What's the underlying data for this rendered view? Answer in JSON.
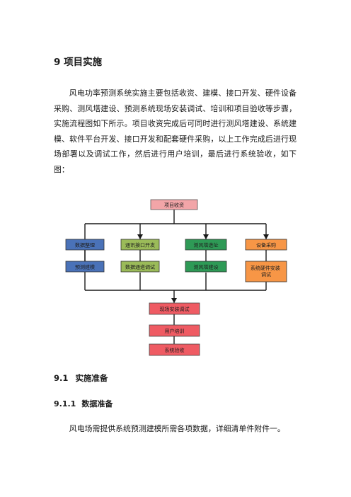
{
  "heading": {
    "number": "9",
    "title": "项目实施"
  },
  "intro": "风电功率预测系统实施主要包括收资、建模、接口开发、硬件设备采购、测风塔建设、预测系统现场安装调试、培训和项目验收等步骤，实施流程图如下所示。项目收资完成后可同时进行测风塔建设、系统建模、软件平台开发、接口开发和配套硬件采购，以上工作完成后进行现场部署以及调试工作，然后进行用户培训，最后进行系统验收，如下图：",
  "flowchart": {
    "start": "项目收资",
    "columns": [
      {
        "top": "数据整理",
        "bottom": "预测建模",
        "color": "#4a72b8"
      },
      {
        "top": "通讯接口开发",
        "bottom": "数据通道调试",
        "color": "#9bbb59"
      },
      {
        "top": "测风塔选址",
        "bottom": "测风塔建设",
        "color": "#2e9a56"
      },
      {
        "top": "设备采购",
        "bottom": "系统硬件安装调试",
        "color": "#f79646"
      }
    ],
    "sequence": [
      "现场安装调试",
      "用户培训",
      "系统验收"
    ],
    "sequence_color": "#ef5b63"
  },
  "section": {
    "number": "9.1",
    "title": "实施准备"
  },
  "subsection": {
    "number": "9.1.1",
    "title": "数据准备"
  },
  "closing": "风电场需提供系统预测建模所需各项数据，详细清单件附件一。"
}
